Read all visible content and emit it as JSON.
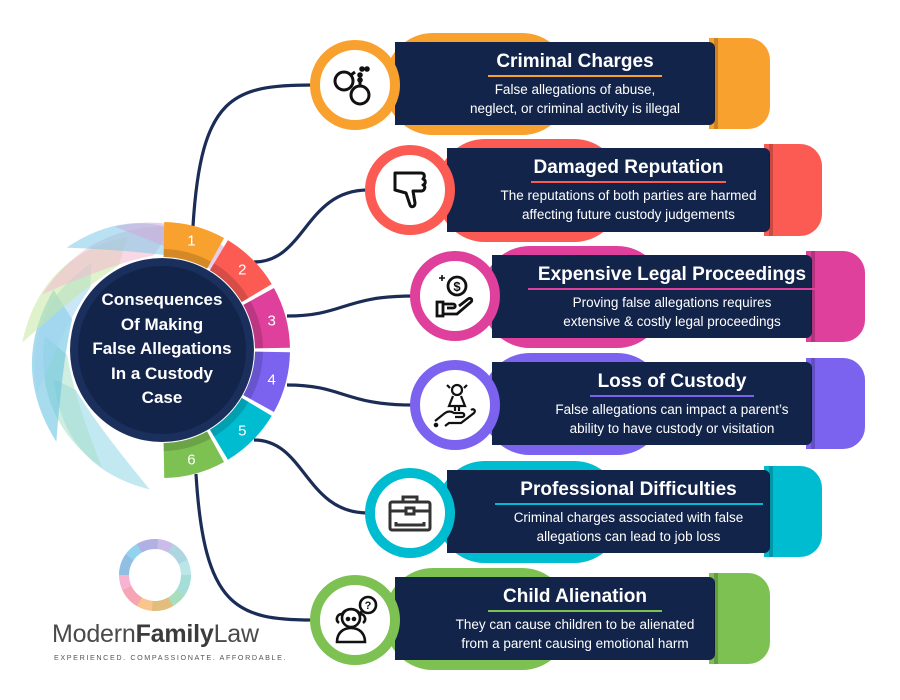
{
  "center": {
    "title_lines": [
      "Consequences",
      "Of Making",
      "False Allegations",
      "In a Custody",
      "Case"
    ]
  },
  "segments": [
    {
      "number": "1",
      "color": "#f9a12e"
    },
    {
      "number": "2",
      "color": "#fb5b53"
    },
    {
      "number": "3",
      "color": "#de409c"
    },
    {
      "number": "4",
      "color": "#7b63f0"
    },
    {
      "number": "5",
      "color": "#00bcd0"
    },
    {
      "number": "6",
      "color": "#7dc153"
    }
  ],
  "cards": [
    {
      "title": "Criminal Charges",
      "desc_lines": [
        "False allegations of abuse,",
        "neglect, or criminal activity is illegal"
      ],
      "icon": "handcuffs-icon",
      "color": "#f9a12e"
    },
    {
      "title": "Damaged Reputation",
      "desc_lines": [
        "The reputations of both parties are harmed",
        "affecting future custody judgements"
      ],
      "icon": "thumbs-down-icon",
      "color": "#fb5b53"
    },
    {
      "title": "Expensive Legal Proceedings",
      "desc_lines": [
        "Proving false allegations requires",
        "extensive & costly legal proceedings"
      ],
      "icon": "money-hand-icon",
      "color": "#de409c"
    },
    {
      "title": "Loss of Custody",
      "desc_lines": [
        "False allegations can impact a parent’s",
        "ability to have custody or visitation"
      ],
      "icon": "child-in-hand-icon",
      "color": "#7b63f0"
    },
    {
      "title": "Professional Difficulties",
      "desc_lines": [
        "Criminal charges associated with false",
        "allegations can lead to job loss"
      ],
      "icon": "briefcase-icon",
      "color": "#00bcd0"
    },
    {
      "title": "Child Alienation",
      "desc_lines": [
        "They can cause children to be  alienated",
        "from a parent causing emotional harm"
      ],
      "icon": "confused-child-icon",
      "color": "#7dc153"
    }
  ],
  "colors": {
    "navy": "#13244b",
    "connector": "#1b2d57"
  },
  "logo": {
    "name_regular_1": "Modern",
    "name_bold": "Family",
    "name_regular_2": "Law",
    "tagline": "EXPERIENCED. COMPASSIONATE. AFFORDABLE."
  }
}
